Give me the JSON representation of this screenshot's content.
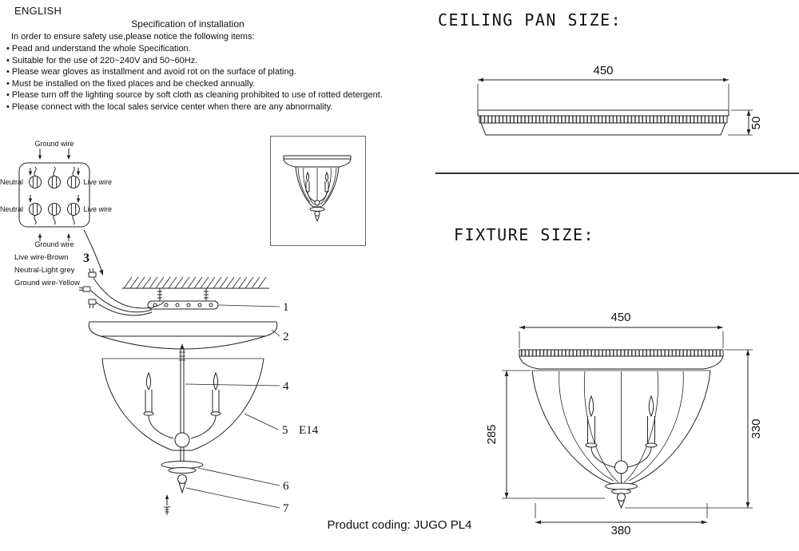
{
  "header": {
    "language": "ENGLISH"
  },
  "spec": {
    "title": "Specification of installation",
    "intro": "In order to ensure safety use,please notice the following items:",
    "items": [
      "• Pead and understand the whole Specification.",
      "• Suitable for the use of 220~240V and 50~60Hz.",
      "• Please wear gloves as installment and avoid rot on the surface of plating.",
      "• Must be installed on the fixed places and be checked annually.",
      "• Please turn off the lighting source by soft cloth as cleaning prohibited to use of rotted detergent.",
      "• Please connect with the local sales service center when there are any abnormality."
    ]
  },
  "wiring": {
    "ground_wire_top": "Ground wire",
    "neutral_row1": "Neutral",
    "live_row1": "Live wire",
    "neutral_row2": "Neutral",
    "live_row2": "Live wire",
    "ground_wire_bottom": "Ground wire",
    "legend": [
      "Live wire-Brown",
      "Neutral-Light grey",
      "Ground wire-Yellow"
    ]
  },
  "callouts": {
    "n1": "1",
    "n2": "2",
    "n3": "3",
    "n4": "4",
    "n5": "5",
    "n5_socket": "E14",
    "n6": "6",
    "n7": "7"
  },
  "ceiling_pan": {
    "title": "CEILING PAN SIZE:",
    "diameter": "450",
    "height": "50"
  },
  "fixture": {
    "title": "FIXTURE SIZE:",
    "top_diameter": "450",
    "glass_height": "285",
    "total_height": "330",
    "bottom_diameter": "380"
  },
  "footer": {
    "product_coding": "Product coding: JUGO PL4"
  }
}
